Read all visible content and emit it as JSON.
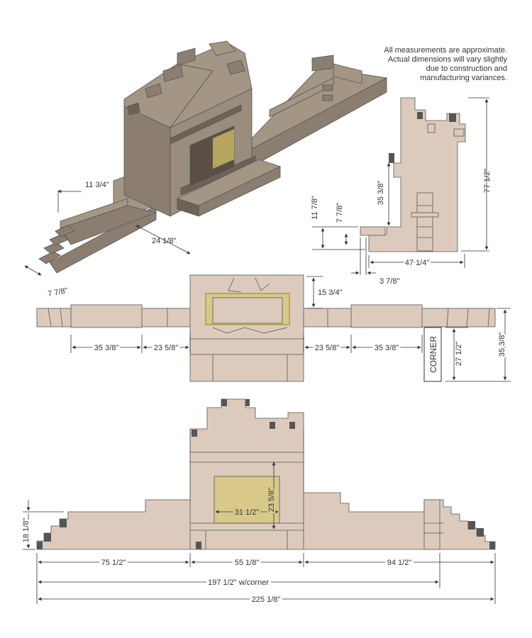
{
  "note": {
    "lines": [
      "All measurements are approximate.",
      "Actual dimensions will vary slightly",
      "due to construction and",
      "manufacturing variances."
    ]
  },
  "iso_view": {
    "dim_top": "11 3/4\"",
    "dim_depth": "24 1/8\"",
    "dim_step": "7 7/8\""
  },
  "side_view": {
    "dim_height_total": "77 1/2\"",
    "dim_upper": "35 3/8\"",
    "dim_step_height": "11 7/8\"",
    "dim_ledge": "7 7/8\"",
    "dim_base_width": "47 1/4\"",
    "dim_small": "3 7/8\""
  },
  "top_view": {
    "dim_left_outer": "35 3/8\"",
    "dim_left_inner": "23 5/8\"",
    "dim_right_inner": "23 5/8\"",
    "dim_right_outer": "35 3/8\"",
    "dim_depth_hearth": "15 3/4\"",
    "corner_label": "CORNER",
    "dim_corner_depth": "27 1/2\"",
    "dim_total_depth": "35 3/8\""
  },
  "front_view": {
    "dim_opening_width": "31 1/2\"",
    "dim_opening_height": "23 5/8\"",
    "dim_side_height": "18 1/8\"",
    "dim_left_section": "75 1/2\"",
    "dim_center_section": "55 1/8\"",
    "dim_right_section": "94 1/2\"",
    "dim_total_with_corner": "197 1/2\" w/corner",
    "dim_total": "225 1/8\""
  },
  "colors": {
    "wall_face": "#8b7e71",
    "wall_top": "#a39685",
    "wall_dark": "#6e6257",
    "plan_fill": "#dccbbc",
    "opening_fill": "#d8c98a",
    "ink": "#333333"
  }
}
